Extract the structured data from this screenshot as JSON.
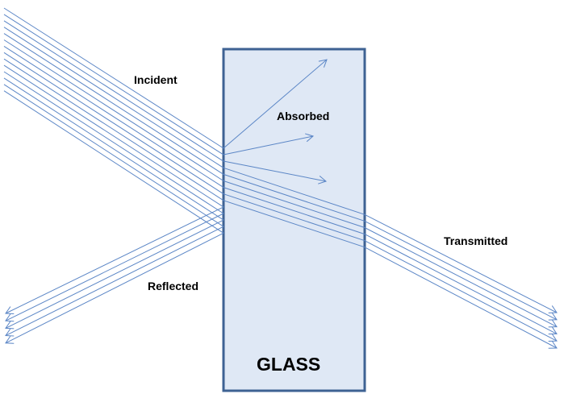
{
  "labels": {
    "incident": "Incident",
    "absorbed": "Absorbed",
    "transmitted": "Transmitted",
    "reflected": "Reflected",
    "glass": "GLASS"
  },
  "colors": {
    "ray": "#5b86c6",
    "glass_fill": "#dfe8f5",
    "glass_border": "#3e6293"
  }
}
